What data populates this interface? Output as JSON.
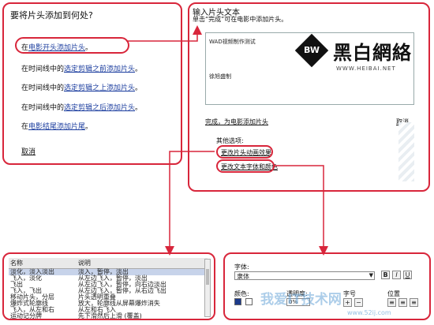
{
  "panel_where": {
    "question": "要将片头添加到何处?",
    "options": [
      {
        "prefix": "在",
        "link": "电影开头添加片头",
        "suffix": "。"
      },
      {
        "prefix": "在时间线中的",
        "link": "选定剪辑之前添加片头",
        "suffix": "。"
      },
      {
        "prefix": "在时间线中的",
        "link": "选定剪辑之上添加片头",
        "suffix": "。"
      },
      {
        "prefix": "在时间线中的",
        "link": "选定剪辑之后添加片头",
        "suffix": "。"
      },
      {
        "prefix": "在",
        "link": "电影结尾添加片尾",
        "suffix": "。"
      }
    ],
    "cancel": "取消"
  },
  "panel_text": {
    "title": "输入片头文本",
    "instruction": "单击“完成”可在电影中添加片头。",
    "line1": "WAD视频制作测试",
    "line2": "徐旭盛制",
    "logo_letters": "BW",
    "logo_text": "黑白網絡",
    "logo_url": "WWW.HEIBAI.NET",
    "done_link": "完成，为电影添加片头",
    "cancel_link": "取消",
    "more_options": "其他选项:",
    "change_animation": "更改片头动画效果",
    "change_font": "更改文本字体和颜色"
  },
  "panel_animation": {
    "col_name": "名称",
    "col_desc": "说明",
    "rows": [
      {
        "name": "淡化，淡入淡出",
        "desc": "淡入，暂停，淡出",
        "selected": true
      },
      {
        "name": "飞入，淡化",
        "desc": "从左边飞入，暂停，淡出",
        "selected": false
      },
      {
        "name": "飞出",
        "desc": "从左边飞入，暂停，向右边淡出",
        "selected": false
      },
      {
        "name": "飞入，飞出",
        "desc": "从左边飞入，暂停，从右边飞出",
        "selected": false
      },
      {
        "name": "移动片头，分层",
        "desc": "片头透明重叠",
        "selected": false
      },
      {
        "name": "爆炸式轮廓线",
        "desc": "放大，轮廓线从屏幕爆炸消失",
        "selected": false
      },
      {
        "name": "飞入，从左和右",
        "desc": "从左和右飞入",
        "selected": false
      },
      {
        "name": "运动记分牌",
        "desc": "先下滑然后上滑 (覆盖)",
        "selected": false
      }
    ]
  },
  "panel_font": {
    "font_label": "字体:",
    "font_value": "隶体",
    "bold": "B",
    "italic": "I",
    "underline": "U",
    "color_label": "颜色:",
    "transparency_label": "透明度:",
    "transparency_value": "0%",
    "size_label": "字号",
    "position_label": "位置"
  },
  "watermark": {
    "text": "我爱IT技术网",
    "url": "www.52ij.com"
  },
  "colors": {
    "highlight_red": "#d8263b",
    "link_blue": "#1a3c9e"
  }
}
